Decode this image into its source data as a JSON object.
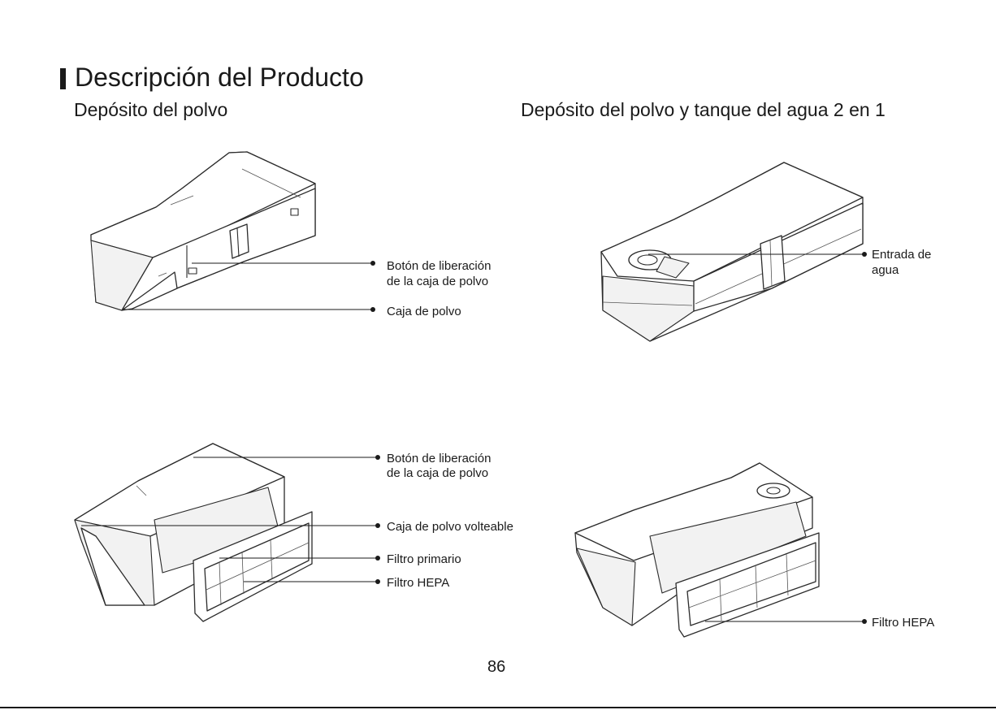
{
  "page": {
    "title": "Descripción del Producto",
    "page_number": "86"
  },
  "sections": {
    "left_title": "Depósito del polvo",
    "right_title": "Depósito del polvo y tanque del agua 2 en 1"
  },
  "callouts": {
    "top_left": {
      "release_button_line1": "Botón de liberación",
      "release_button_line2": "de la caja de polvo",
      "dust_box": "Caja de polvo"
    },
    "bottom_left": {
      "release_button_line1": "Botón de liberación",
      "release_button_line2": "de la caja de polvo",
      "flip_dust_box": "Caja de polvo volteable",
      "primary_filter": "Filtro primario",
      "hepa_filter": "Filtro HEPA"
    },
    "top_right": {
      "water_inlet_line1": "Entrada de",
      "water_inlet_line2": "agua"
    },
    "bottom_right": {
      "hepa_filter": "Filtro HEPA"
    }
  }
}
